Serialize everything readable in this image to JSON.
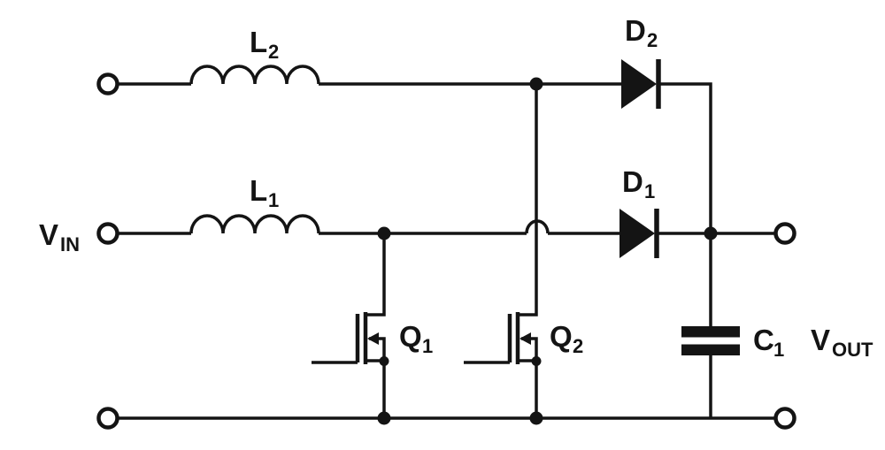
{
  "diagram": {
    "background_color": "#ffffff",
    "line_color": "#141414",
    "components": {
      "vin": {
        "main": "V",
        "sub": "IN"
      },
      "vout": {
        "main": "V",
        "sub": "OUT"
      },
      "l1": {
        "main": "L",
        "sub": "1"
      },
      "l2": {
        "main": "L",
        "sub": "2"
      },
      "d1": {
        "main": "D",
        "sub": "1"
      },
      "d2": {
        "main": "D",
        "sub": "2"
      },
      "q1": {
        "main": "Q",
        "sub": "1"
      },
      "q2": {
        "main": "Q",
        "sub": "2"
      },
      "c1": {
        "main": "C",
        "sub": "1"
      }
    }
  }
}
